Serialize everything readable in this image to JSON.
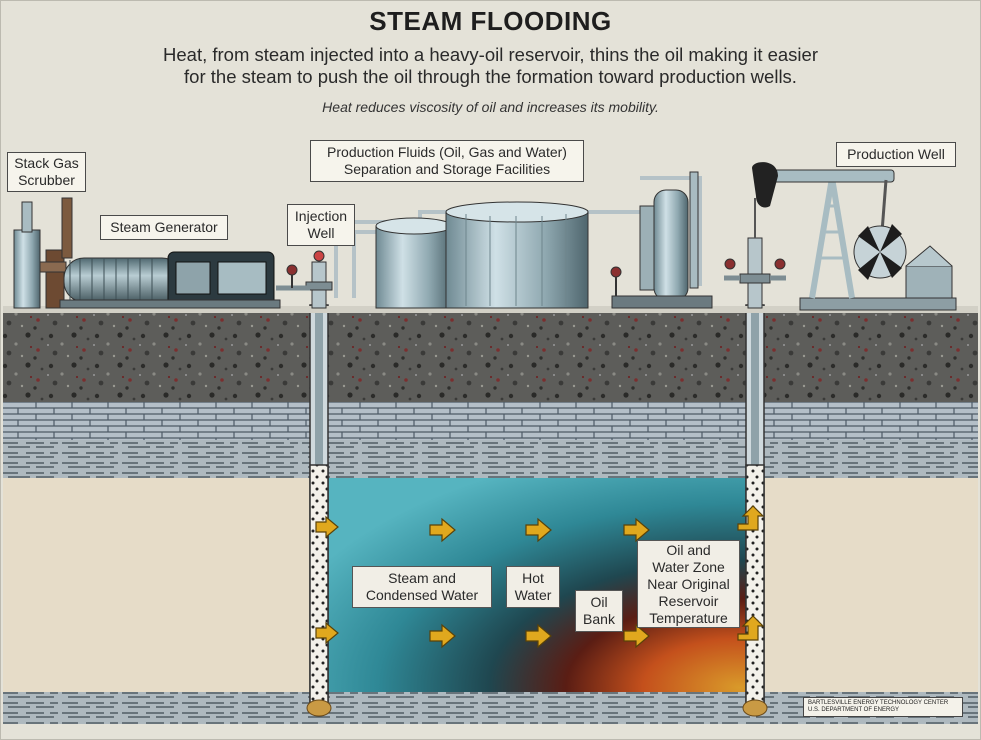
{
  "title": "STEAM FLOODING",
  "description": {
    "line1": "Heat, from steam injected into a heavy-oil reservoir, thins the oil making it easier",
    "line2": "for the steam to push the oil through the formation toward production wells."
  },
  "subdescription": "Heat reduces viscosity of oil and increases its mobility.",
  "labels": {
    "stack_gas_scrubber": [
      "Stack Gas",
      "Scrubber"
    ],
    "steam_generator": "Steam Generator",
    "injection_well": [
      "Injection",
      "Well"
    ],
    "production_fluids": [
      "Production Fluids (Oil, Gas and Water)",
      "Separation and Storage Facilities"
    ],
    "production_well": "Production Well"
  },
  "zones": {
    "steam": [
      "Steam and",
      "Condensed Water"
    ],
    "hot_water": [
      "Hot",
      "Water"
    ],
    "oil_bank": [
      "Oil",
      "Bank"
    ],
    "oil_water": [
      "Oil and",
      "Water Zone",
      "Near Original",
      "Reservoir",
      "Temperature"
    ]
  },
  "credit": {
    "line1": "BARTLESVILLE ENERGY TECHNOLOGY CENTER",
    "line2": "U.S. DEPARTMENT OF ENERGY"
  },
  "colors": {
    "background": "#e4e2d8",
    "rock": "#5d5d5a",
    "brick": "#b4bfc8",
    "reservoir_steam": "#3d9aa8",
    "oil_bank": "#b8461c",
    "arrow": "#e0a81e"
  }
}
